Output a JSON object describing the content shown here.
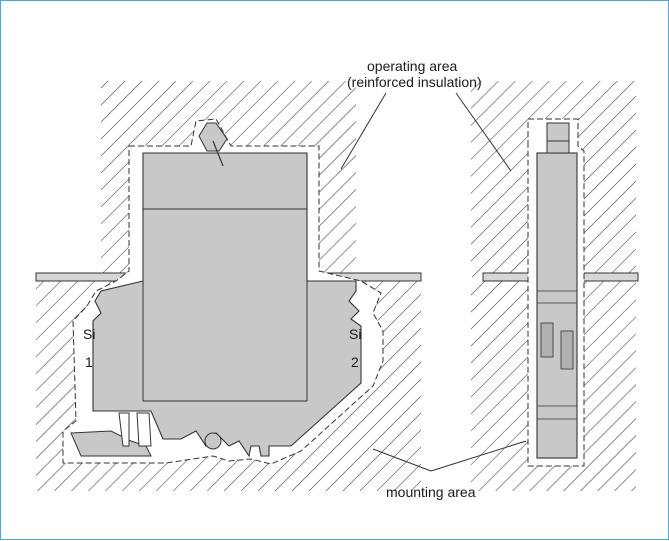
{
  "labels": {
    "operating_area_line1": "operating area",
    "operating_area_line2": "(reinforced insulation)",
    "mounting_area": "mounting area",
    "si1_top": "Si",
    "si1_bottom": "1",
    "si2_top": "Si",
    "si2_bottom": "2"
  },
  "colors": {
    "frame": "#4aa8d8",
    "device_fill": "#c8c8c8",
    "device_stroke": "#333333",
    "hatch": "#3a3a3a"
  }
}
